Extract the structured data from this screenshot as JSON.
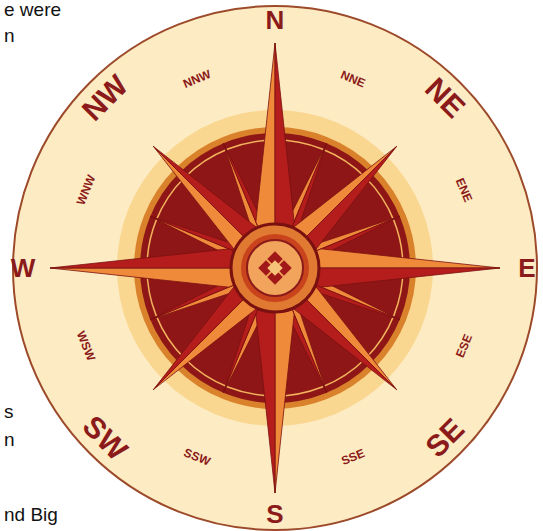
{
  "diagram": {
    "labels": [
      "e were",
      "N",
      "n",
      "NW",
      "NNW",
      "NNE",
      "NE",
      "WNW",
      "ENE",
      "W",
      "E",
      "WSW",
      "ESE",
      "s",
      "n",
      "SW",
      "SE",
      "SSW",
      "SSE",
      "nd Big",
      "S"
    ]
  }
}
